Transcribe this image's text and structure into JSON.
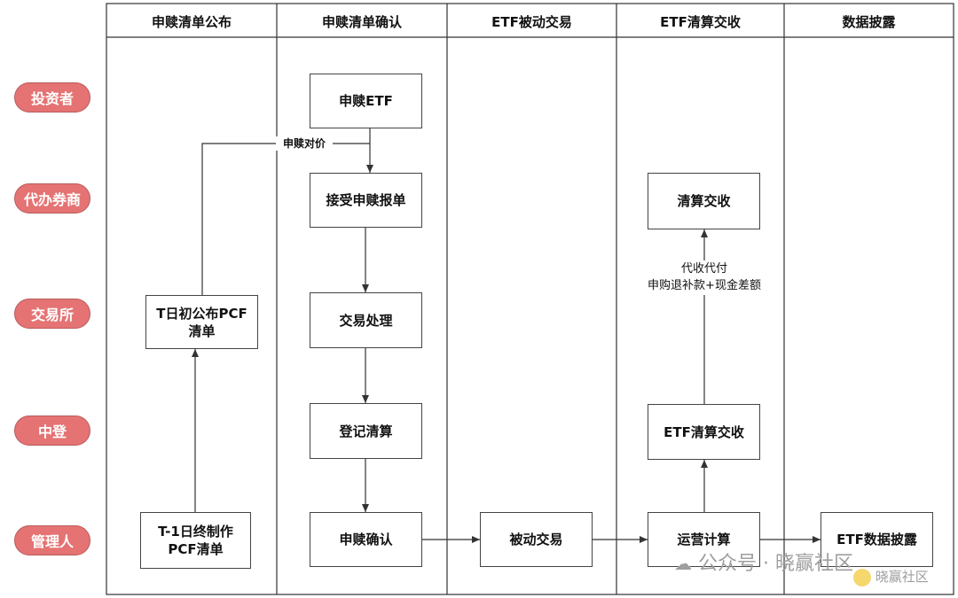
{
  "lanes": [
    "申赎清单公布",
    "申赎清单确认",
    "ETF被动交易",
    "ETF清算交收",
    "数据披露"
  ],
  "roles": [
    "投资者",
    "代办券商",
    "交易所",
    "中登",
    "管理人"
  ],
  "boxes": {
    "t1_pcf": "T-1日终制作\nPCF清单",
    "t_pcf": "T日初公布PCF\n清单",
    "subscribe_etf": "申赎ETF",
    "accept_order": "接受申赎报单",
    "trade_process": "交易处理",
    "register_clear": "登记清算",
    "confirm": "申赎确认",
    "passive_trade": "被动交易",
    "operation_calc": "运营计算",
    "etf_clearing": "ETF清算交收",
    "clearing": "清算交收",
    "disclosure": "ETF数据披露"
  },
  "labels": {
    "consideration": "申赎对价",
    "collect_pay": "代收代付\n申购退补款+现金差额"
  },
  "watermark": {
    "main": "公众号 · 晓赢社区",
    "small": "晓赢社区"
  },
  "colors": {
    "role_fill": "#e57373",
    "line": "#333333",
    "watermark": "#9e9e9e"
  }
}
